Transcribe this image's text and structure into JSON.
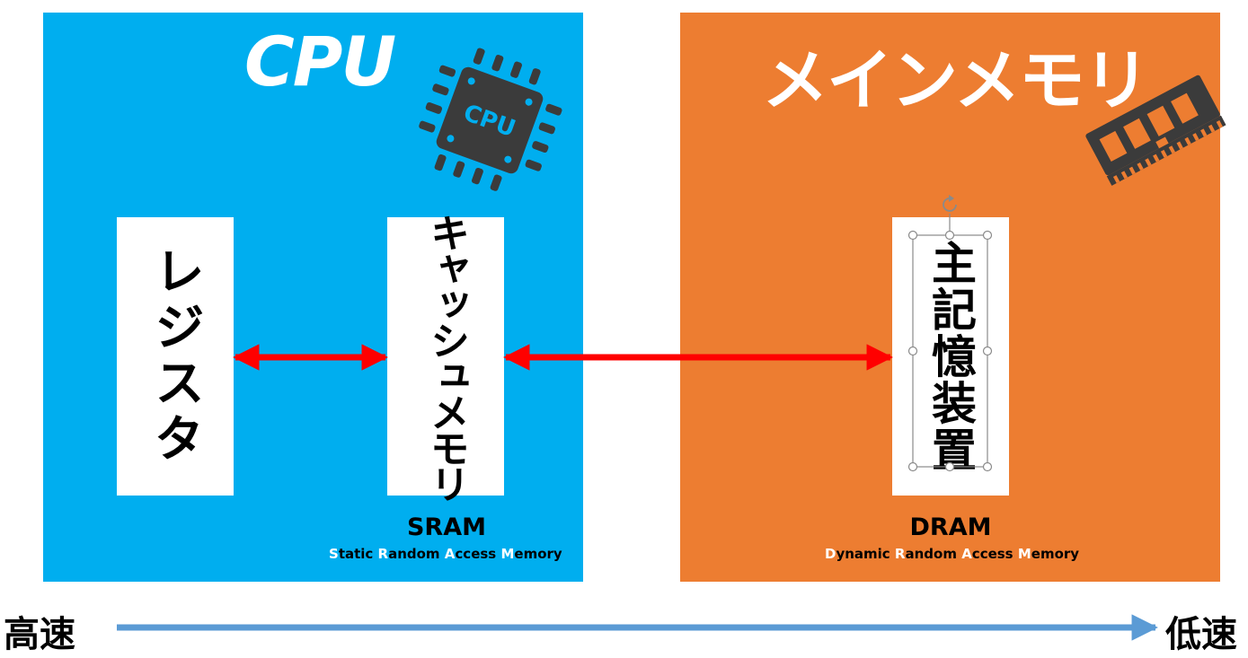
{
  "colors": {
    "cpu_panel": "#00AEEF",
    "memory_panel": "#ED7D31",
    "arrow_red": "#FF0000",
    "speed_arrow": "#5B9BD5",
    "icon_dark": "#3B3B3B"
  },
  "cpu": {
    "title": "CPU",
    "chip_icon_label": "CPU",
    "register_label": "レジスタ",
    "cache_label": "キャッシュメモリ",
    "sram_title": "SRAM",
    "sram_subtitle": {
      "parts": [
        {
          "text": "S",
          "highlight": true
        },
        {
          "text": "tatic ",
          "highlight": false
        },
        {
          "text": "R",
          "highlight": true
        },
        {
          "text": "andom ",
          "highlight": false
        },
        {
          "text": "A",
          "highlight": true
        },
        {
          "text": "ccess ",
          "highlight": false
        },
        {
          "text": "M",
          "highlight": true
        },
        {
          "text": "emory",
          "highlight": false
        }
      ]
    }
  },
  "memory": {
    "title": "メインメモリ",
    "main_label": "主記憶装置",
    "dram_title": "DRAM",
    "dram_subtitle": {
      "parts": [
        {
          "text": "D",
          "highlight": true
        },
        {
          "text": "ynamic ",
          "highlight": false
        },
        {
          "text": "R",
          "highlight": true
        },
        {
          "text": "andom ",
          "highlight": false
        },
        {
          "text": "A",
          "highlight": true
        },
        {
          "text": "ccess ",
          "highlight": false
        },
        {
          "text": "M",
          "highlight": true
        },
        {
          "text": "emory",
          "highlight": false
        }
      ]
    }
  },
  "icons": {
    "chip": "cpu-chip-icon",
    "ram_stick": "ram-stick-icon",
    "rotate_handle": "rotate-handle-icon"
  },
  "speed": {
    "fast": "高速",
    "slow": "低速"
  }
}
